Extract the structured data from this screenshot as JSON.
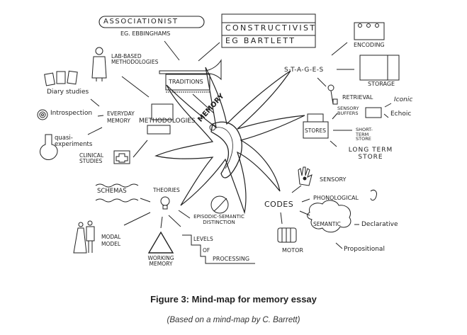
{
  "center": "MEMORY",
  "traditions": {
    "label": "TRADITIONS",
    "associationist": "ASSOCIATIONIST",
    "associationist_example": "EG. EBBINGHAMS",
    "constructivist": "CONSTRUCTIVIST",
    "constructivist_example": "EG BARTLETT"
  },
  "methodologies": {
    "label": "METHODOLOGIES",
    "lab_based": "LAB-BASED METHODOLOGIES",
    "everyday": "EVERYDAY MEMORY",
    "diary": "Diary studies",
    "introspection": "Introspection",
    "quasi": "quasi-experiments",
    "clinical": "CLINICAL STUDIES"
  },
  "stages": {
    "label": "S-T-A-G-E-S",
    "encoding": "ENCODING",
    "storage": "STORAGE",
    "retrieval": "RETRIEVAL"
  },
  "stores": {
    "label": "STORES",
    "sensory_buffers": "SENSORY BUFFERS",
    "iconic": "Iconic",
    "echoic": "Echoic",
    "short_term": "SHORT-TERM STORE",
    "long_term": "LONG TERM STORE"
  },
  "theories": {
    "label": "THEORIES",
    "schemas": "SCHEMAS",
    "episodic": "EPISODIC-SEMANTIC DISTINCTION",
    "modal": "MODAL MODEL",
    "working": "WORKING MEMORY",
    "levels": [
      "LEVELS",
      "OF",
      "PROCESSING"
    ]
  },
  "codes": {
    "label": "CODES",
    "sensory": "SENSORY",
    "phonological": "PHONOLOGICAL",
    "semantic": "SEMANTIC",
    "declarative": "Declarative",
    "propositional": "Propositional",
    "motor": "MOTOR"
  },
  "caption": {
    "title": "Figure 3: Mind-map for memory essay",
    "subtitle": "(Based on a mind-map by C. Barrett)"
  }
}
